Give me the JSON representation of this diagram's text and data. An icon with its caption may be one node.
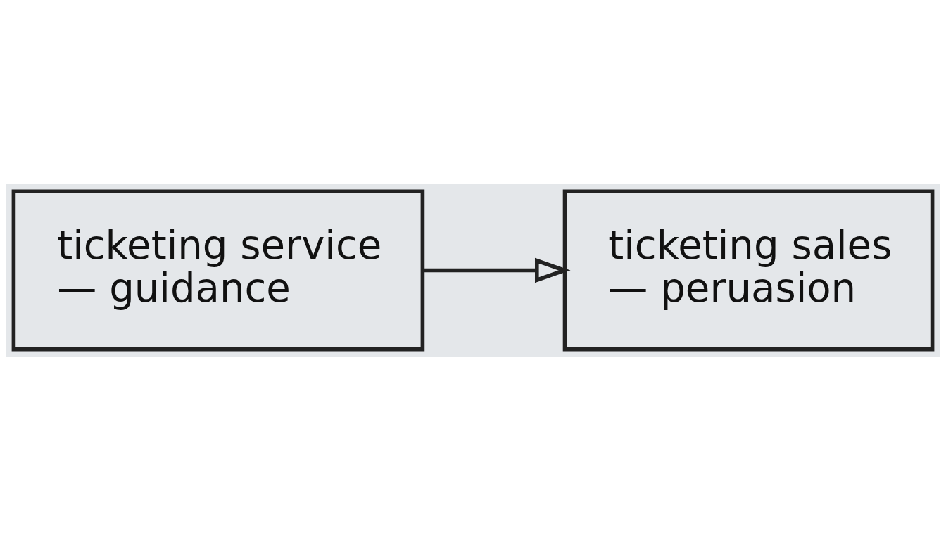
{
  "diagram": {
    "nodes": [
      {
        "text": [
          "ticketing service",
          "— guidance"
        ]
      },
      {
        "text": [
          "ticketing sales",
          "— peruasion"
        ]
      }
    ],
    "edges": [
      {
        "from": 0,
        "to": 1,
        "arrow": "to"
      }
    ]
  }
}
